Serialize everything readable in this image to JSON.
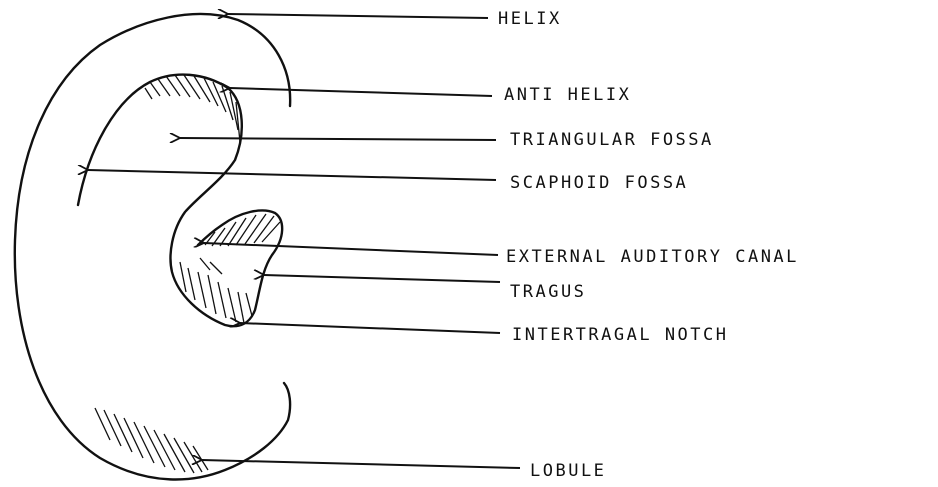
{
  "labels": [
    {
      "id": "helix",
      "text": "HELIX"
    },
    {
      "id": "antihelix",
      "text": "ANTI HELIX"
    },
    {
      "id": "triangular_fossa",
      "text": "TRIANGULAR FOSSA"
    },
    {
      "id": "scaphoid_fossa",
      "text": "SCAPHOID FOSSA"
    },
    {
      "id": "external_auditory_canal",
      "text": "EXTERNAL AUDITORY CANAL"
    },
    {
      "id": "tragus",
      "text": "TRAGUS"
    },
    {
      "id": "intertragal_notch",
      "text": "INTERTRAGAL NOTCH"
    },
    {
      "id": "lobule",
      "text": "LOBULE"
    }
  ],
  "colors": {
    "ink": "#111111",
    "paper": "#ffffff"
  }
}
